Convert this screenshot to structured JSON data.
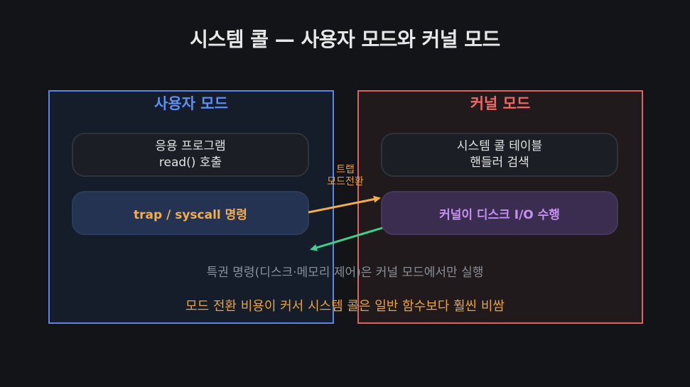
{
  "title": "시스템 콜 — 사용자 모드와 커널 모드",
  "user_mode": {
    "title": "사용자 모드",
    "app_box": {
      "line1": "응용 프로그램",
      "line2": "read() 호출"
    },
    "trap_box": "trap / syscall 명령"
  },
  "kernel_mode": {
    "title": "커널 모드",
    "table_box": {
      "line1": "시스템 콜 테이블",
      "line2": "핸들러 검색"
    },
    "io_box": "커널이 디스크 I/O 수행"
  },
  "transition_label": {
    "line1": "트랩",
    "line2": "모드전환"
  },
  "notes": {
    "privileged": "특권 명령(디스크·메모리 제어)은 커널 모드에서만 실행",
    "cost": "모드 전환 비용이 커서 시스템 콜은 일반 함수보다 훨씬 비쌈"
  },
  "colors": {
    "background": "#121418",
    "user_border": "#5b86e6",
    "kernel_border": "#e0625f",
    "trap_arrow": "#f2ac4c",
    "return_arrow": "#3fcf8e",
    "trap_text": "#f0ad52",
    "io_text": "#c590f2"
  }
}
